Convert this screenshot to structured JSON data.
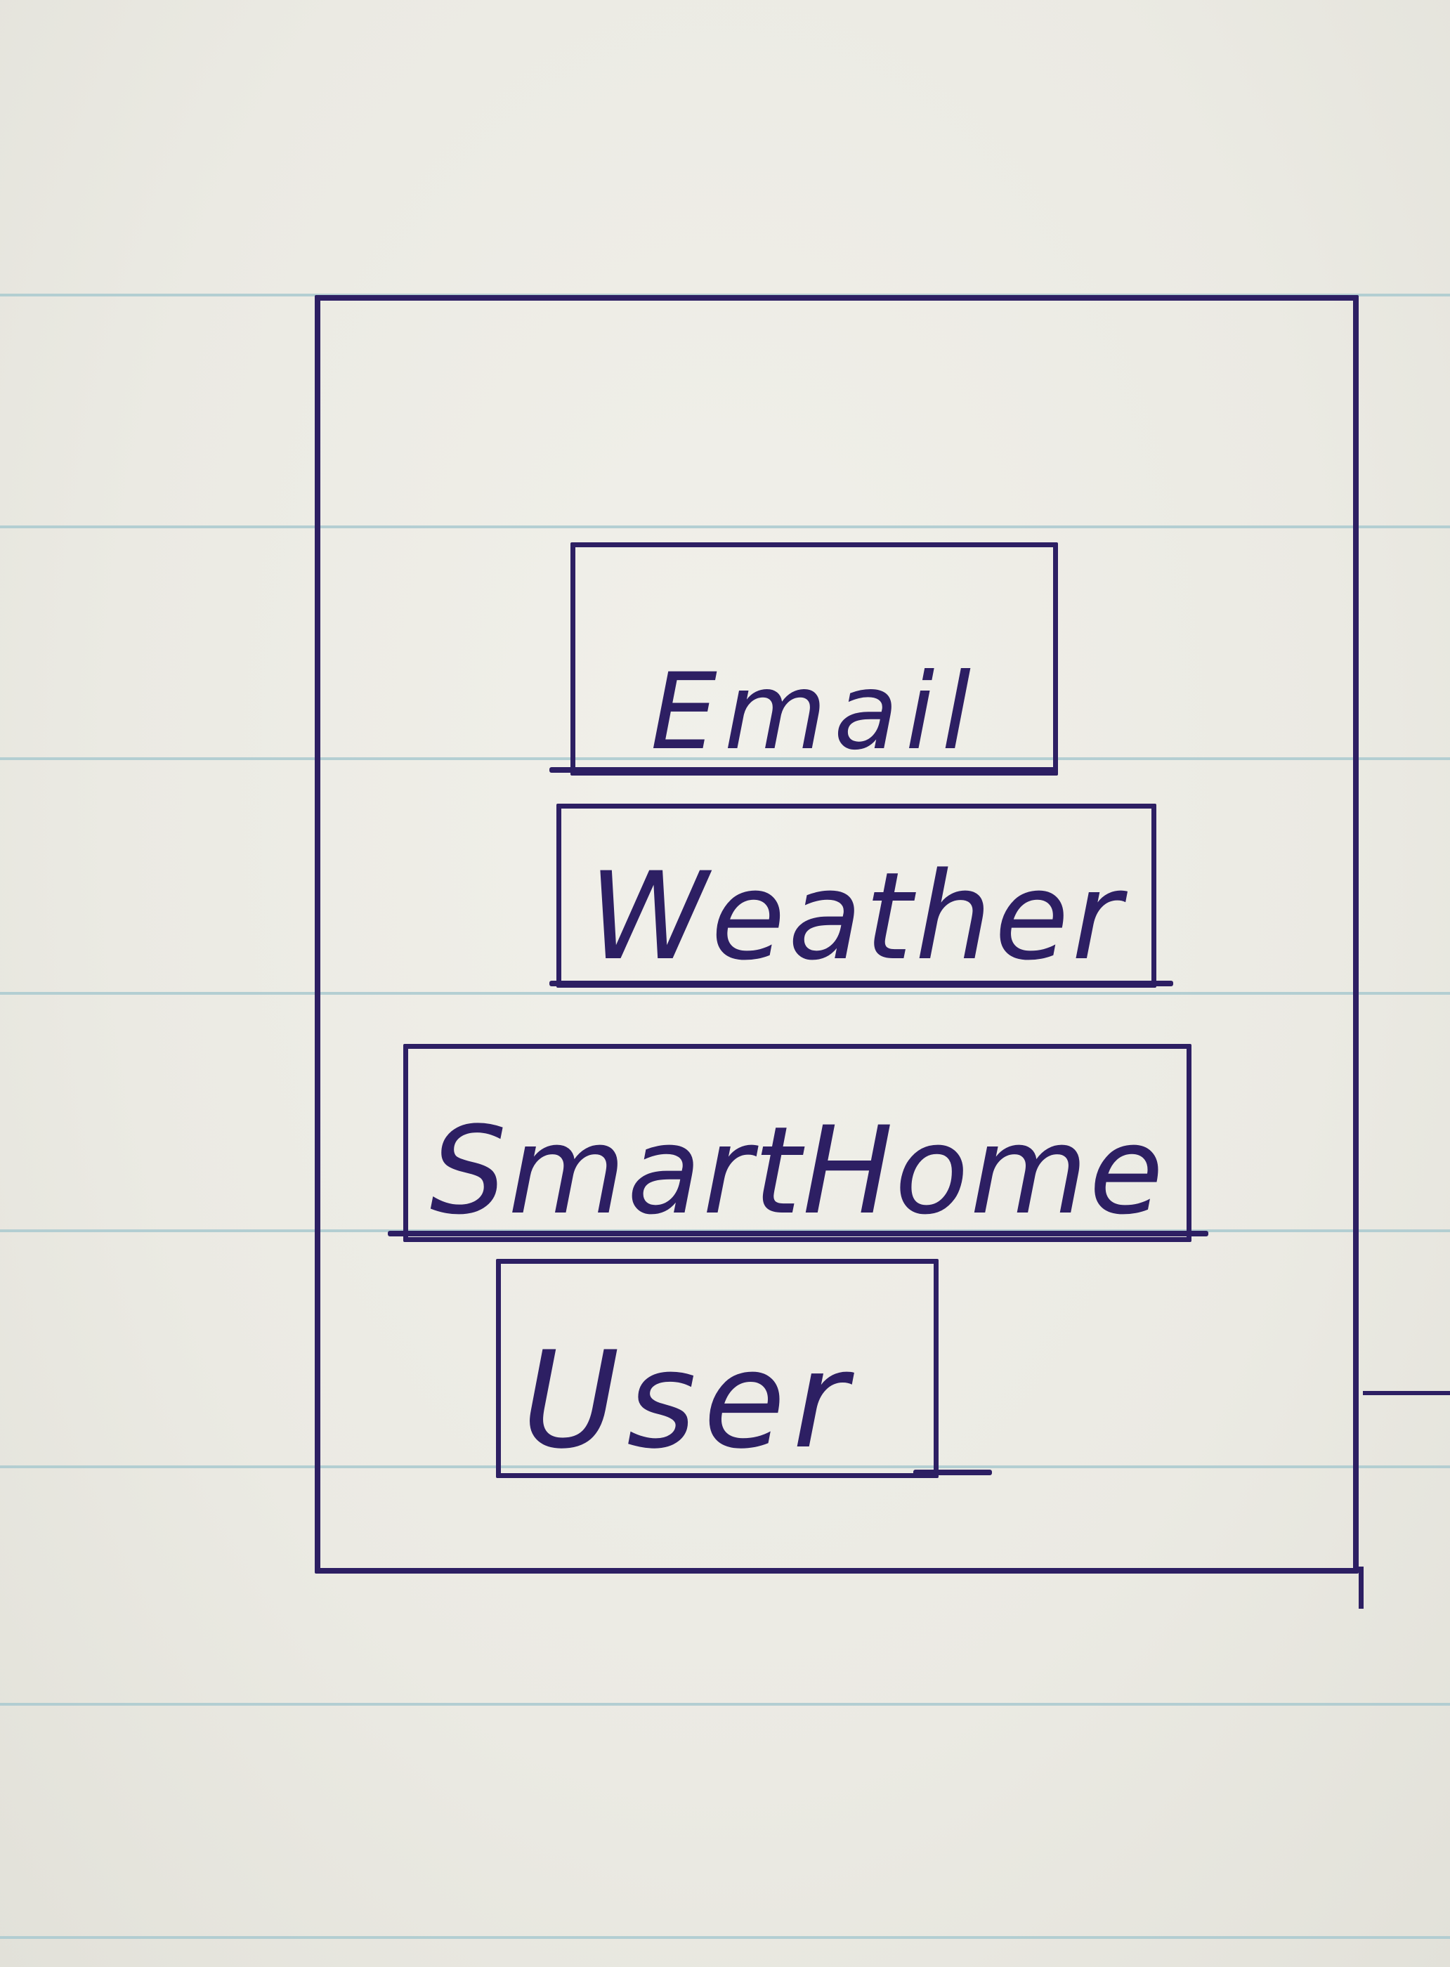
{
  "menu": {
    "items": [
      {
        "label": "Email"
      },
      {
        "label": "Weather"
      },
      {
        "label": "SmartHome"
      },
      {
        "label": "User"
      }
    ]
  },
  "colors": {
    "ink": "#2d1f63",
    "paper": "#ecebe4",
    "rule": "#a9c9cf"
  }
}
